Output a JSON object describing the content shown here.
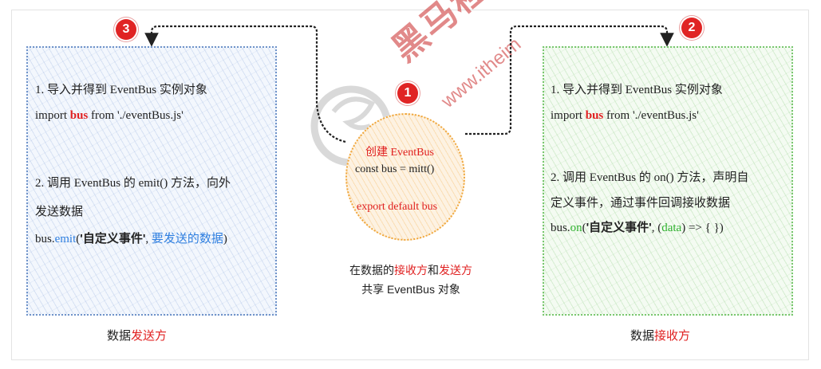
{
  "watermark": {
    "brand": "黑马程",
    "url": "www.itheim"
  },
  "badges": {
    "b1": "1",
    "b2": "2",
    "b3": "3"
  },
  "left_panel": {
    "step1_title": "1. 导入并得到 EventBus 实例对象",
    "import_prefix": "import ",
    "import_bus": "bus",
    "import_suffix": " from './eventBus.js'",
    "step2_line1": "2. 调用 EventBus 的 emit() 方法，向外",
    "step2_line2": "发送数据",
    "code_obj": "bus.",
    "code_method": "emit",
    "code_open": "(",
    "code_event": "'自定义事件'",
    "code_comma": ", ",
    "code_data": "要发送的数据",
    "code_close": ")",
    "caption_prefix": "数据",
    "caption_highlight": "发送方"
  },
  "center": {
    "line1": "创建 EventBus",
    "line2": "const bus = mitt()",
    "line3": "export default bus",
    "caption_l1_a": "在数据的",
    "caption_l1_b": "接收方",
    "caption_l1_c": "和",
    "caption_l1_d": "发送方",
    "caption_l2": "共享 EventBus 对象"
  },
  "right_panel": {
    "step1_title": "1. 导入并得到 EventBus 实例对象",
    "import_prefix": "import ",
    "import_bus": "bus",
    "import_suffix": " from './eventBus.js'",
    "step2_line1": "2. 调用 EventBus 的 on() 方法，声明自",
    "step2_line2": "定义事件，通过事件回调接收数据",
    "code_obj": "bus.",
    "code_method": "on",
    "code_open": "(",
    "code_event": "'自定义事件'",
    "code_comma": ", (",
    "code_data": "data",
    "code_close": ") => { })",
    "caption_prefix": "数据",
    "caption_highlight": "接收方"
  },
  "colors": {
    "red": "#e02020",
    "blue": "#2f7fe0",
    "green": "#2fb12f",
    "left_border": "#6f93c9",
    "right_border": "#79c76f",
    "circle_border": "#f0a63a"
  }
}
